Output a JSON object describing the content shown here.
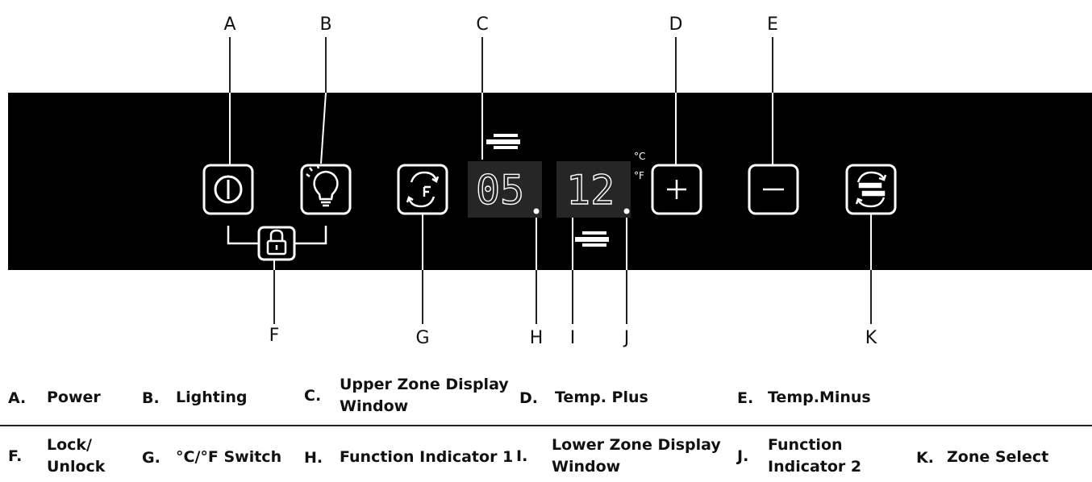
{
  "callouts": {
    "A": "A",
    "B": "B",
    "C": "C",
    "D": "D",
    "E": "E",
    "F": "F",
    "G": "G",
    "H": "H",
    "I": "I",
    "J": "J",
    "K": "K"
  },
  "panel": {
    "background_color": "#000000",
    "icon_color": "#ffffff",
    "upper_display": "05",
    "lower_display": "12",
    "unit_celsius": "°C",
    "unit_fahrenheit": "°F"
  },
  "icons": {
    "power": "power-icon",
    "lighting": "lightbulb-icon",
    "lock": "lock-icon",
    "unit_switch": "celsius-fahrenheit-switch-icon",
    "plus": "plus-icon",
    "minus": "minus-icon",
    "zone_select": "zone-select-icon"
  },
  "legend": {
    "row1": [
      {
        "key": "A.",
        "text": "Power"
      },
      {
        "key": "B.",
        "text": "Lighting"
      },
      {
        "key": "C.",
        "text": "Upper Zone Display Window"
      },
      {
        "key": "D.",
        "text": "Temp. Plus"
      },
      {
        "key": "E.",
        "text": "Temp.Minus"
      }
    ],
    "row2": [
      {
        "key": "F.",
        "text": "Lock/ Unlock"
      },
      {
        "key": "G.",
        "text": "°C/°F Switch"
      },
      {
        "key": "H.",
        "text": "Function Indicator 1"
      },
      {
        "key": "I.",
        "text": "Lower Zone Display Window"
      },
      {
        "key": "J.",
        "text": "Function Indicator 2"
      },
      {
        "key": "K.",
        "text": "Zone Select"
      }
    ]
  }
}
